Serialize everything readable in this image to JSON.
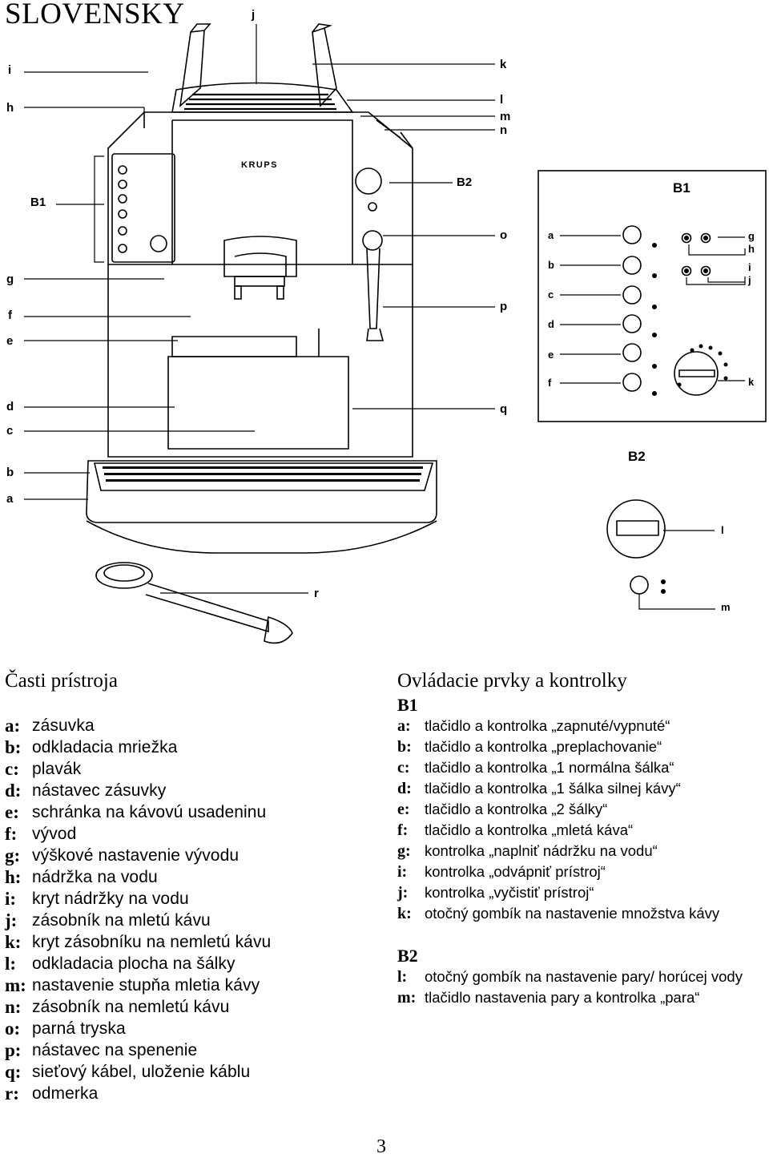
{
  "header": {
    "language": "SLOVENSKY"
  },
  "diagram": {
    "main_labels": {
      "j": "j",
      "i": "i",
      "h": "h",
      "k": "k",
      "l": "l",
      "m": "m",
      "n": "n",
      "b1": "B1",
      "b2": "B2",
      "g": "g",
      "f": "f",
      "e": "e",
      "o": "o",
      "p": "p",
      "d": "d",
      "c": "c",
      "q": "q",
      "b": "b",
      "a": "a",
      "r": "r",
      "brand": "KRUPS"
    },
    "panel_b1": {
      "title": "B1",
      "left_labels": [
        "a",
        "b",
        "c",
        "d",
        "e",
        "f"
      ],
      "right_labels": [
        "g",
        "h",
        "i",
        "j",
        "k"
      ]
    },
    "panel_b2": {
      "title": "B2",
      "labels": [
        "l",
        "m"
      ]
    }
  },
  "parts": {
    "title": "Časti prístroja",
    "items": [
      {
        "key": "a:",
        "text": "zásuvka"
      },
      {
        "key": "b:",
        "text": "odkladacia mriežka"
      },
      {
        "key": "c:",
        "text": "plavák"
      },
      {
        "key": "d:",
        "text": "nástavec zásuvky"
      },
      {
        "key": "e:",
        "text": "schránka na kávovú usadeninu"
      },
      {
        "key": "f:",
        "text": "vývod"
      },
      {
        "key": "g:",
        "text": "výškové nastavenie vývodu"
      },
      {
        "key": "h:",
        "text": "nádržka na vodu"
      },
      {
        "key": "i:",
        "text": "kryt nádržky na vodu"
      },
      {
        "key": "j:",
        "text": "zásobník na mletú kávu"
      },
      {
        "key": "k:",
        "text": "kryt zásobníku na nemletú kávu"
      },
      {
        "key": "l:",
        "text": "odkladacia plocha na šálky"
      },
      {
        "key": "m:",
        "text": "nastavenie stupňa mletia kávy"
      },
      {
        "key": "n:",
        "text": "zásobník na nemletú kávu"
      },
      {
        "key": "o:",
        "text": "parná tryska"
      },
      {
        "key": "p:",
        "text": "nástavec na spenenie"
      },
      {
        "key": "q:",
        "text": "sieťový kábel, uloženie káblu"
      },
      {
        "key": "r:",
        "text": "odmerka"
      }
    ]
  },
  "controls": {
    "title": "Ovládacie prvky a kontrolky",
    "b1": {
      "subtitle": "B1",
      "items": [
        {
          "key": "a:",
          "text": "tlačidlo a kontrolka „zapnuté/vypnuté“"
        },
        {
          "key": "b:",
          "text": "tlačidlo a kontrolka „preplachovanie“"
        },
        {
          "key": "c:",
          "text": "tlačidlo a kontrolka „1 normálna šálka“"
        },
        {
          "key": "d:",
          "text": "tlačidlo a kontrolka „1 šálka silnej kávy“"
        },
        {
          "key": "e:",
          "text": "tlačidlo a kontrolka „2 šálky“"
        },
        {
          "key": "f:",
          "text": "tlačidlo a kontrolka „mletá káva“"
        },
        {
          "key": "g:",
          "text": "kontrolka „naplniť nádržku na vodu“"
        },
        {
          "key": "i:",
          "text": "kontrolka „odvápniť prístroj“"
        },
        {
          "key": "j:",
          "text": "kontrolka „vyčistiť prístroj“"
        },
        {
          "key": "k:",
          "text": "otočný gombík na nastavenie množstva kávy"
        }
      ]
    },
    "b2": {
      "subtitle": "B2",
      "items": [
        {
          "key": "l:",
          "text": "otočný gombík na nastavenie pary/ horúcej vody"
        },
        {
          "key": "m:",
          "text": "tlačidlo nastavenia pary a kontrolka „para“"
        }
      ]
    }
  },
  "page": {
    "number": "3"
  }
}
